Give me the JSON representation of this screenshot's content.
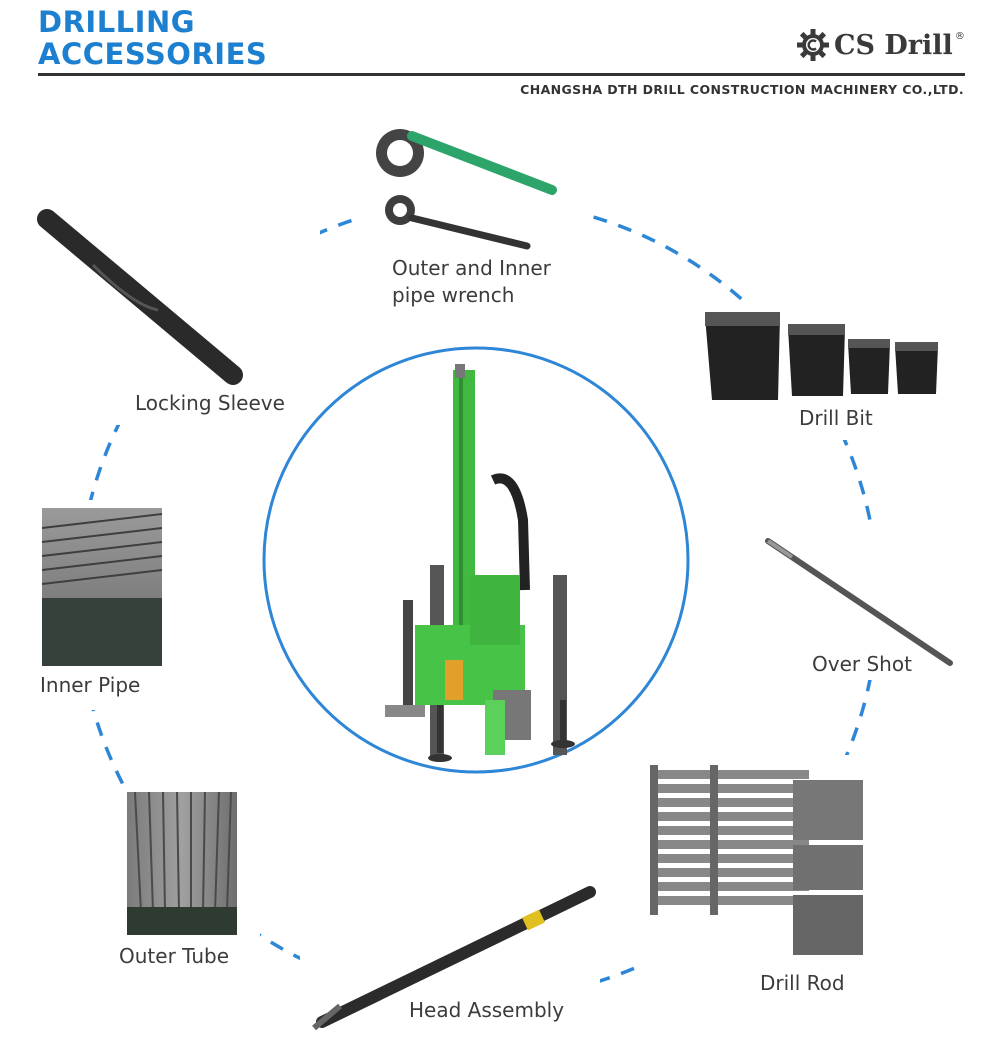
{
  "header": {
    "title_line1": "DRILLING",
    "title_line2": "ACCESSORIES",
    "brand_name": "CS Drill",
    "brand_reg": "®",
    "company": "CHANGSHA DTH DRILL CONSTRUCTION MACHINERY CO.,LTD."
  },
  "accessories": {
    "wrench": "Outer and Inner",
    "wrench_line2": "pipe wrench",
    "drill_bit": "Drill Bit",
    "over_shot": "Over Shot",
    "drill_rod": "Drill Rod",
    "head_assembly": "Head Assembly",
    "outer_tube": "Outer Tube",
    "inner_pipe": "Inner Pipe",
    "locking_sleeve": "Locking Sleeve"
  },
  "colors": {
    "accent": "#1d7fcf",
    "rig_green": "#3fbf3f",
    "dashed_ring": "#2e86d6"
  }
}
